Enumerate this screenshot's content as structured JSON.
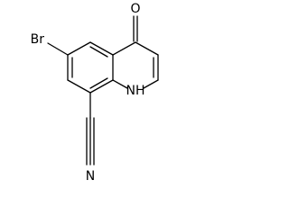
{
  "molecule": {
    "atoms": {
      "oxygen": "O",
      "bromine": "Br",
      "nitrogen_h": "NH",
      "nitrile_n": "N"
    }
  }
}
